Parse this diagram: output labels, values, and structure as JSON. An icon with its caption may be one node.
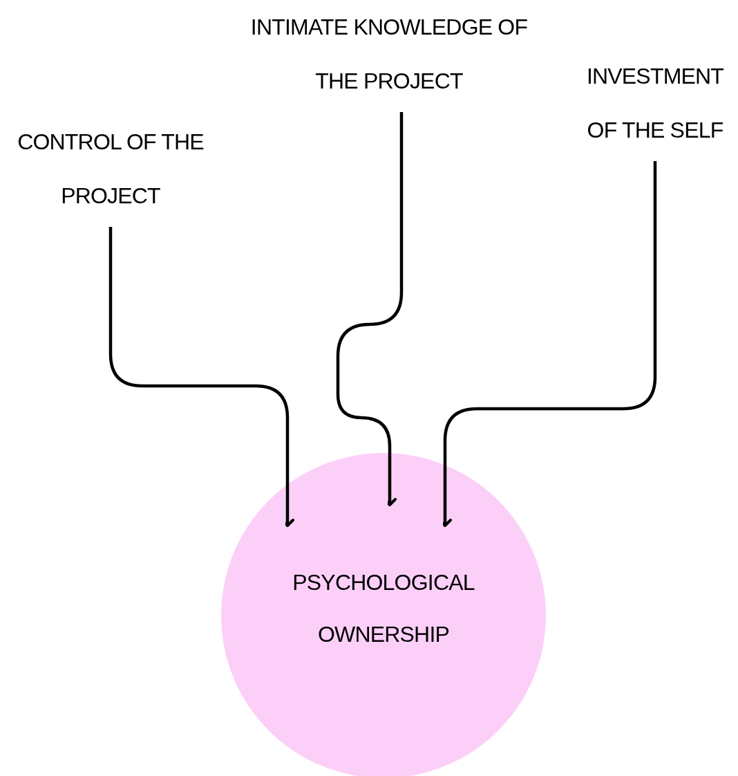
{
  "diagram": {
    "nodes": [
      {
        "text": [
          "CONTROL OF THE PROJECT"
        ]
      },
      {
        "text": [
          "INTIMATE KNOWLEDGE OF THE PROJECT"
        ]
      },
      {
        "text": [
          "INVESTMENT OF THE SELF"
        ]
      },
      {
        "text": [
          "PSYCHOLOGICAL OWNERSHIP"
        ]
      }
    ],
    "edges": [
      {
        "from": 0,
        "to": 3,
        "arrow": "to"
      },
      {
        "from": 1,
        "to": 3,
        "arrow": "to"
      },
      {
        "from": 2,
        "to": 3,
        "arrow": "to"
      }
    ]
  }
}
